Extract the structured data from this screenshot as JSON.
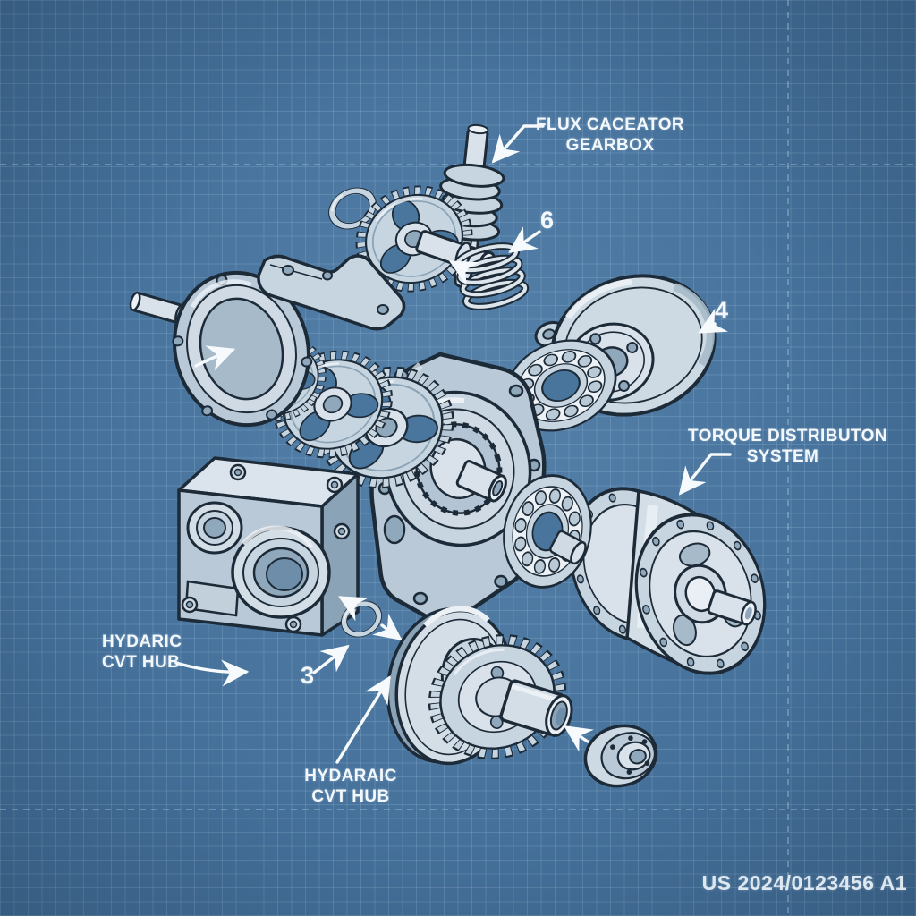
{
  "blueprint": {
    "patent_number": "US 2024/0123456 A1",
    "labels": {
      "flux_gearbox": {
        "line1": "FLUX CACEATOR",
        "line2": "GEARBOX"
      },
      "torque_system": {
        "line1": "TORQUE DISTRIBUTON",
        "line2": "SYSTEM"
      },
      "cvt_hub_left": {
        "line1": "HYDARIC",
        "line2": "CVT HUB"
      },
      "cvt_hub_bottom": {
        "line1": "HYDARAIC",
        "line2": "CVT HUB"
      }
    },
    "callouts": {
      "n6": "6",
      "n4": "4",
      "n3": "3"
    },
    "colors": {
      "background": "#46729c",
      "grid": "#a9cbe3",
      "ink": "#1d2a37",
      "part_fill": "#c7d5e1",
      "annotation": "#f6fafc"
    },
    "parts": [
      "worm-screw",
      "seal-ring-top",
      "drive-gear",
      "coil-spring",
      "mounting-bracket",
      "end-flange",
      "gear-cluster",
      "main-housing",
      "ball-bearing-upper",
      "ball-bearing-mid",
      "flywheel-disc",
      "torque-drum",
      "cvt-housing-block",
      "seal-ring-bottom",
      "output-gear-shaft",
      "hub-coupler"
    ]
  }
}
